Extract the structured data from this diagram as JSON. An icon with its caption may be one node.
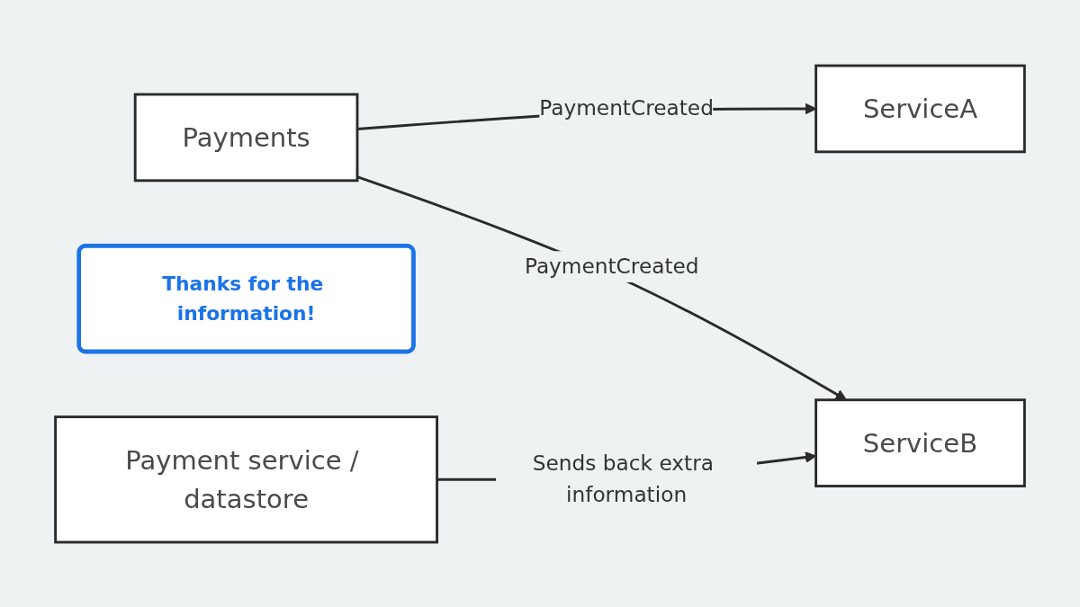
{
  "diagram": {
    "nodes": [
      {
        "text": [
          "Payments"
        ]
      },
      {
        "text": [
          "ServiceA"
        ]
      },
      {
        "text": [
          "Thanks for the information!"
        ]
      },
      {
        "text": [
          "ServiceB"
        ]
      },
      {
        "text": [
          "Payment service / datastore"
        ]
      }
    ],
    "edges": [
      {
        "from": 0,
        "to": 1,
        "arrow": "to",
        "label": "PaymentCreated"
      },
      {
        "from": 0,
        "to": 3,
        "arrow": "to",
        "label": "PaymentCreated"
      },
      {
        "from": 4,
        "to": 3,
        "arrow": "to",
        "label": "Sends back extra information"
      }
    ]
  }
}
